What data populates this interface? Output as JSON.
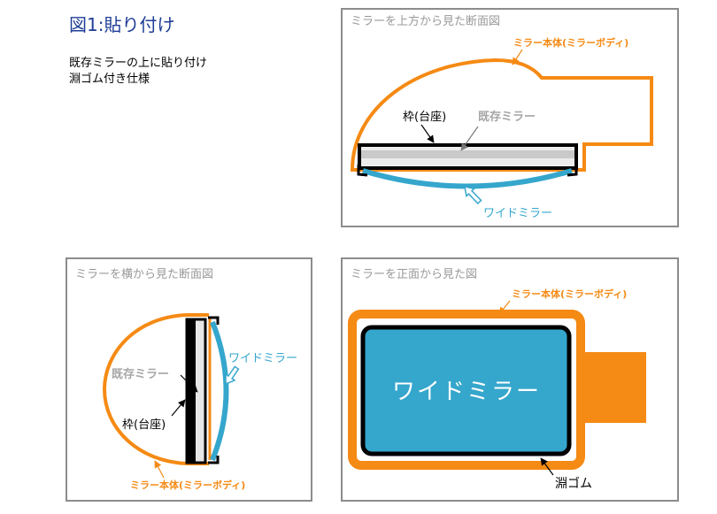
{
  "title": "図1:貼り付け",
  "subtitle": [
    "既存ミラーの上に貼り付け",
    "淵ゴム付き仕様"
  ],
  "colors": {
    "orange": "#f58a14",
    "blue": "#35a6cc",
    "title": "#1f3d96",
    "panel_border": "#8c8c8c",
    "caption": "#999999"
  },
  "panels": {
    "top_view": {
      "caption": "ミラーを上方から見た断面図",
      "labels": {
        "frame": "枠(台座)",
        "existing_mirror": "既存ミラー",
        "wide_mirror": "ワイドミラー",
        "mirror_body": "ミラー本体(ミラーボディ)"
      }
    },
    "side_view": {
      "caption": "ミラーを横から見た断面図",
      "labels": {
        "existing_mirror": "既存ミラー",
        "frame": "枠(台座)",
        "wide_mirror": "ワイドミラー",
        "mirror_body": "ミラー本体(ミラーボディ)"
      }
    },
    "front_view": {
      "caption": "ミラーを正面から見た図",
      "labels": {
        "wide_mirror": "ワイドミラー",
        "mirror_body": "ミラー本体(ミラーボディ)",
        "rubber_edge": "淵ゴム"
      }
    }
  }
}
